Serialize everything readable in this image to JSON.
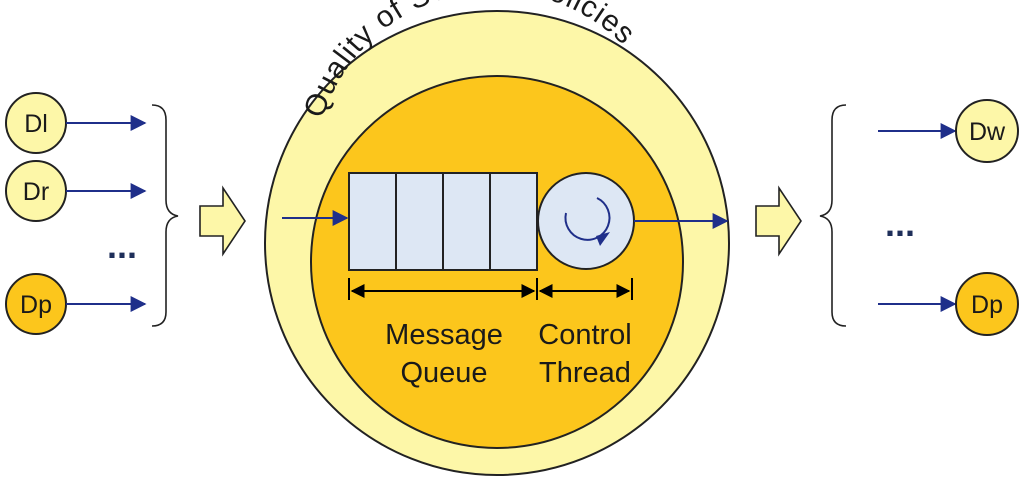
{
  "inputs": [
    {
      "label": "Dl",
      "fill": "#fdf7a8"
    },
    {
      "label": "Dr",
      "fill": "#fdf7a8"
    },
    {
      "label": "Dp",
      "fill": "#fcc61c"
    }
  ],
  "outputs": [
    {
      "label": "Dw",
      "fill": "#fdf7a8"
    },
    {
      "label": "Dp",
      "fill": "#fcc61c"
    }
  ],
  "ellipsis": "...",
  "ring_label": "Quality   of   Service   Policies",
  "queue_label_line1": "Message",
  "queue_label_line2": "Queue",
  "thread_label_line1": "Control",
  "thread_label_line2": "Thread",
  "colors": {
    "outer_ring": "#fdf7a8",
    "inner_disk": "#fcc61c",
    "queue_box": "#dde7f4",
    "arrow": "#1f2f8a",
    "outline": "#222222"
  }
}
